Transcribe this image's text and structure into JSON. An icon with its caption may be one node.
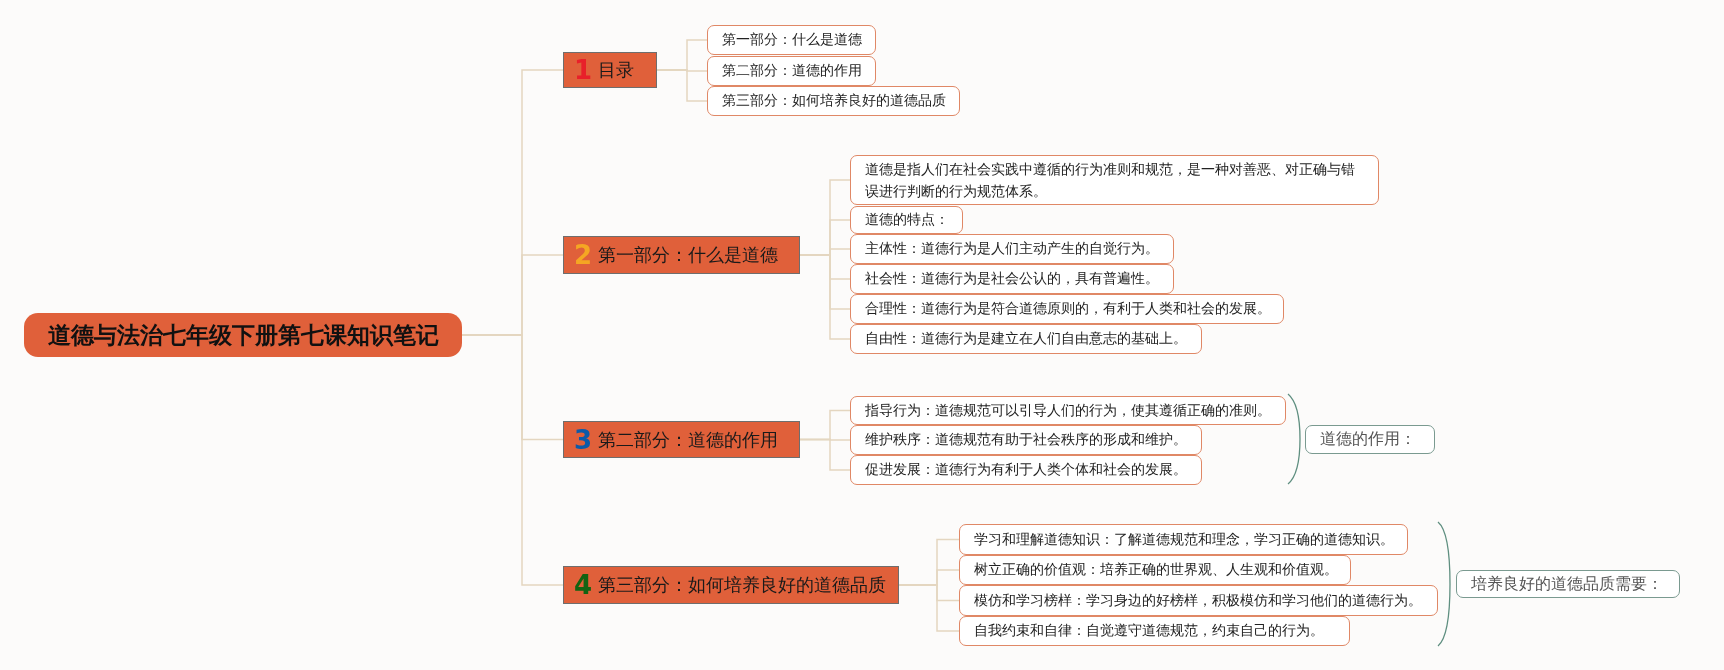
{
  "diagram": {
    "nodes": [
      {
        "text": [
          "道德与法治七年级下册第七课知识笔记"
        ]
      },
      {
        "text": [
          "1",
          "目录"
        ]
      },
      {
        "text": [
          "第一部分：什么是道德"
        ]
      },
      {
        "text": [
          "第二部分：道德的作用"
        ]
      },
      {
        "text": [
          "第三部分：如何培养良好的道德品质"
        ]
      },
      {
        "text": [
          "2",
          "第一部分：什么是道德"
        ]
      },
      {
        "text": [
          "道德是指人们在社会实践中遵循的行为准则和规范，是一种对善恶、对正确与错误进行判断的行为规范体系。"
        ]
      },
      {
        "text": [
          "道德的特点："
        ]
      },
      {
        "text": [
          "主体性：道德行为是人们主动产生的自觉行为。"
        ]
      },
      {
        "text": [
          "社会性：道德行为是社会公认的，具有普遍性。"
        ]
      },
      {
        "text": [
          "合理性：道德行为是符合道德原则的，有利于人类和社会的发展。"
        ]
      },
      {
        "text": [
          "自由性：道德行为是建立在人们自由意志的基础上。"
        ]
      },
      {
        "text": [
          "3",
          "第二部分：道德的作用"
        ]
      },
      {
        "text": [
          "指导行为：道德规范可以引导人们的行为，使其遵循正确的准则。"
        ]
      },
      {
        "text": [
          "维护秩序：道德规范有助于社会秩序的形成和维护。"
        ]
      },
      {
        "text": [
          "促进发展：道德行为有利于人类个体和社会的发展。"
        ]
      },
      {
        "text": [
          "道德的作用："
        ]
      },
      {
        "text": [
          "4",
          "第三部分：如何培养良好的道德品质"
        ]
      },
      {
        "text": [
          "学习和理解道德知识：了解道德规范和理念，学习正确的道德知识。"
        ]
      },
      {
        "text": [
          "树立正确的价值观：培养正确的世界观、人生观和价值观。"
        ]
      },
      {
        "text": [
          "模仿和学习榜样：学习身边的好榜样，积极模仿和学习他们的道德行为。"
        ]
      },
      {
        "text": [
          "自我约束和自律：自觉遵守道德规范，约束自己的行为。"
        ]
      },
      {
        "text": [
          "培养良好的道德品质需要："
        ]
      }
    ],
    "edges": [
      {
        "from": 0,
        "to": 1,
        "arrow": "none"
      },
      {
        "from": 0,
        "to": 5,
        "arrow": "none"
      },
      {
        "from": 0,
        "to": 12,
        "arrow": "none"
      },
      {
        "from": 0,
        "to": 17,
        "arrow": "none"
      },
      {
        "from": 1,
        "to": 2,
        "arrow": "none"
      },
      {
        "from": 1,
        "to": 3,
        "arrow": "none"
      },
      {
        "from": 1,
        "to": 4,
        "arrow": "none"
      },
      {
        "from": 5,
        "to": 6,
        "arrow": "none"
      },
      {
        "from": 5,
        "to": 7,
        "arrow": "none"
      },
      {
        "from": 5,
        "to": 8,
        "arrow": "none"
      },
      {
        "from": 5,
        "to": 9,
        "arrow": "none"
      },
      {
        "from": 5,
        "to": 10,
        "arrow": "none"
      },
      {
        "from": 5,
        "to": 11,
        "arrow": "none"
      },
      {
        "from": 12,
        "to": 13,
        "arrow": "none"
      },
      {
        "from": 12,
        "to": 14,
        "arrow": "none"
      },
      {
        "from": 12,
        "to": 15,
        "arrow": "none"
      },
      {
        "from": 17,
        "to": 18,
        "arrow": "none"
      },
      {
        "from": 17,
        "to": 19,
        "arrow": "none"
      },
      {
        "from": 17,
        "to": 20,
        "arrow": "none"
      },
      {
        "from": 17,
        "to": 21,
        "arrow": "none"
      }
    ]
  }
}
